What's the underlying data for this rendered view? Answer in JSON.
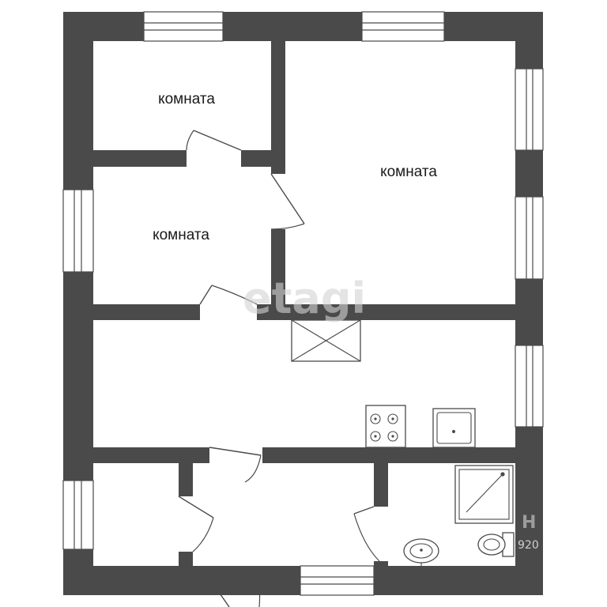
{
  "rooms": [
    {
      "label": "комната"
    },
    {
      "label": "комната"
    },
    {
      "label": "комната"
    }
  ],
  "watermark": {
    "brand": "etagi",
    "edge_letter": "H",
    "edge_code": "920"
  },
  "colors": {
    "wall": "#4a4a4a",
    "background": "#ffffff",
    "watermark": "#d3d3d3"
  },
  "icons": [
    "window",
    "door",
    "stove-icon",
    "sink-icon",
    "shower-icon",
    "toilet-icon",
    "washbasin-icon",
    "vent-shaft-icon"
  ]
}
